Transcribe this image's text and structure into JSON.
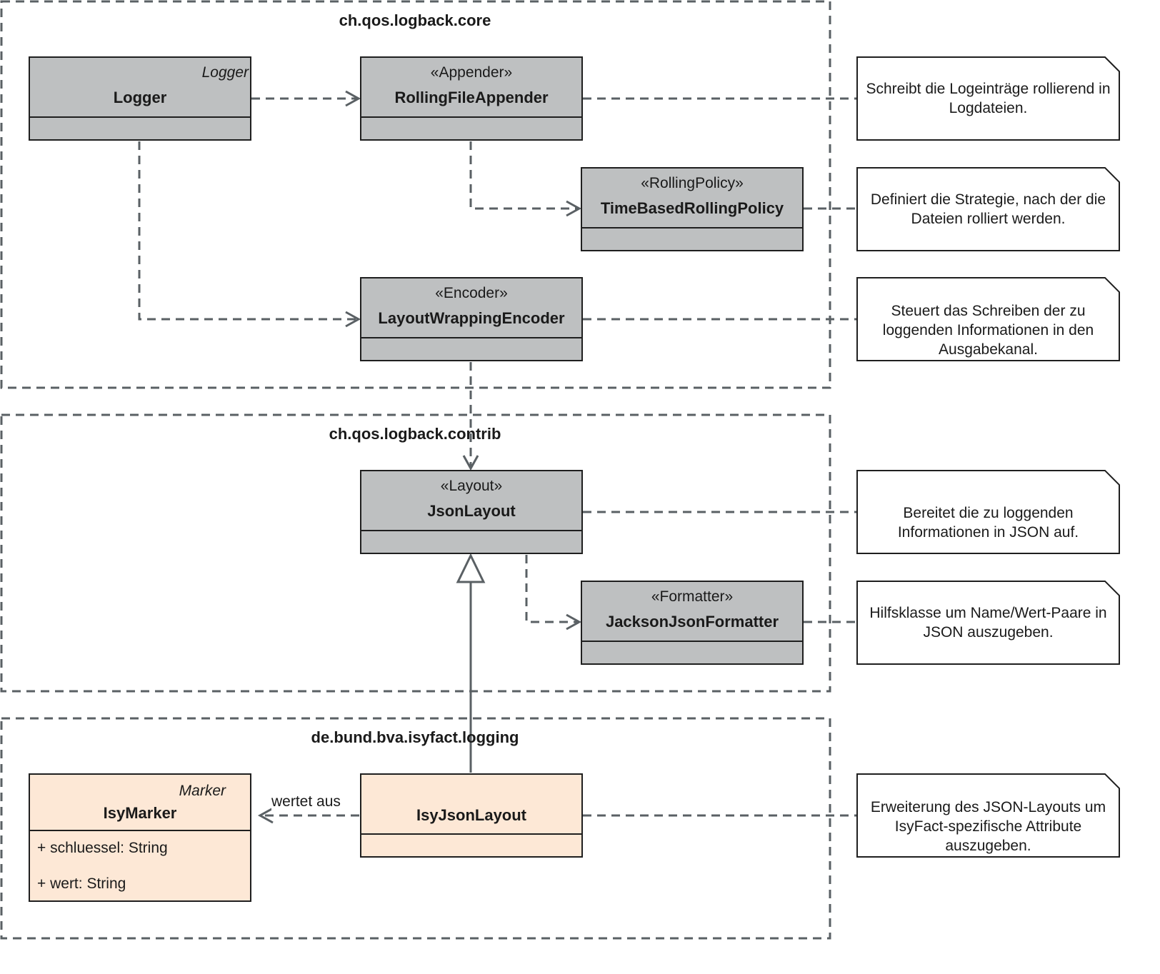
{
  "packages": {
    "core": {
      "title": "ch.qos.logback.core"
    },
    "contrib": {
      "title": "ch.qos.logback.contrib"
    },
    "isyfact": {
      "title": "de.bund.bva.isyfact.logging"
    }
  },
  "classes": {
    "logger": {
      "interface": "Logger",
      "name": "Logger"
    },
    "rolling_file_appender": {
      "stereotype": "«Appender»",
      "name": "RollingFileAppender"
    },
    "time_based_rolling_policy": {
      "stereotype": "«RollingPolicy»",
      "name": "TimeBasedRollingPolicy"
    },
    "layout_wrapping_encoder": {
      "stereotype": "«Encoder»",
      "name": "LayoutWrappingEncoder"
    },
    "json_layout": {
      "stereotype": "«Layout»",
      "name": "JsonLayout"
    },
    "jackson_json_formatter": {
      "stereotype": "«Formatter»",
      "name": "JacksonJsonFormatter"
    },
    "isy_marker": {
      "interface": "Marker",
      "name": "IsyMarker",
      "attributes": [
        "+ schluessel: String",
        "+ wert: String"
      ]
    },
    "isy_json_layout": {
      "name": "IsyJsonLayout"
    }
  },
  "notes": {
    "appender": "Schreibt die Logeinträge rollierend in Logdateien.",
    "rolling_policy": "Definiert die Strategie, nach der die Dateien rolliert werden.",
    "encoder": "Steuert das Schreiben der zu loggenden Informationen in den Ausgabekanal.",
    "layout": "Bereitet die zu loggenden Informationen in JSON auf.",
    "formatter": "Hilfsklasse um Name/Wert-Paare in JSON auszugeben.",
    "isy_layout": "Erweiterung des JSON-Layouts um IsyFact-spezifische Attribute auszugeben."
  },
  "edge_labels": {
    "evaluates": "wertet aus"
  },
  "colors": {
    "library_class_fill": "#bec0c1",
    "isyfact_class_fill": "#fde8d6",
    "connector": "#5a6064",
    "package_border": "#5a6064"
  }
}
